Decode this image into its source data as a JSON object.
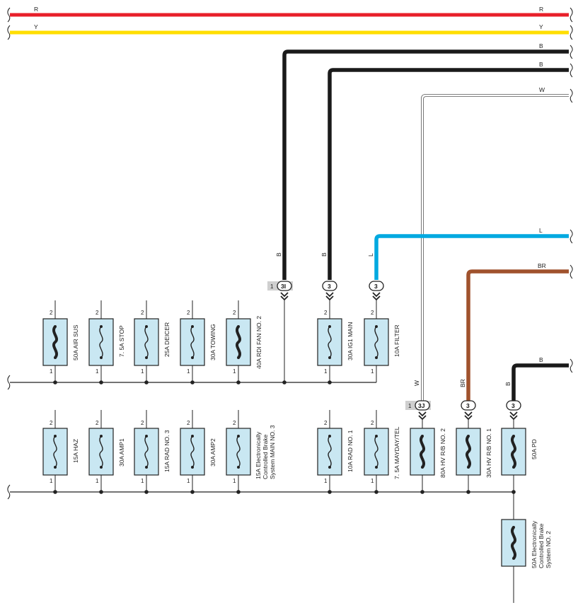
{
  "colors": {
    "R": "#e8202a",
    "Y": "#ffde00",
    "B": "#1a1a1a",
    "W": "#ffffff",
    "L": "#00a9e0",
    "BR": "#a0522d",
    "fuse_fill": "#c9e7f2"
  },
  "wires": {
    "r_left": "R",
    "r_right": "R",
    "y_left": "Y",
    "y_right": "Y",
    "b1_right": "B",
    "b2_right": "B",
    "w_right": "W",
    "l_right": "L",
    "br_right": "BR",
    "b3_right": "B",
    "b1_vert": "B",
    "b2_vert": "B",
    "l_vert": "L",
    "w_vert": "W",
    "br_vert": "BR",
    "b3_vert": "B"
  },
  "connectors": {
    "c1": {
      "pin": "1",
      "id": "3I"
    },
    "c2": {
      "id": "3"
    },
    "c3": {
      "id": "3"
    },
    "c4": {
      "pin": "1",
      "id": "3J"
    },
    "c5": {
      "id": "3"
    },
    "c6": {
      "id": "3"
    }
  },
  "fuses_top": [
    {
      "label": "50A AIR SUS",
      "top_pin": "2",
      "bottom_pin": "1",
      "icon": "fusible-link-icon"
    },
    {
      "label": "7. 5A STOP",
      "top_pin": "2",
      "bottom_pin": "1",
      "icon": "fuse-icon"
    },
    {
      "label": "25A DEICER",
      "top_pin": "2",
      "bottom_pin": "1",
      "icon": "fuse-icon"
    },
    {
      "label": "30A TOWING",
      "top_pin": "2",
      "bottom_pin": "1",
      "icon": "fuse-icon"
    },
    {
      "label": "40A RDI FAN NO. 2",
      "top_pin": "2",
      "bottom_pin": "1",
      "icon": "fusible-link-icon"
    },
    {
      "label": "30A IG1 MAIN",
      "top_pin": "2",
      "bottom_pin": "1",
      "icon": "fuse-icon"
    },
    {
      "label": "10A FILTER",
      "top_pin": "2",
      "bottom_pin": "1",
      "icon": "fuse-icon"
    }
  ],
  "fuses_bottom": [
    {
      "label": "15A HAZ",
      "top_pin": "2",
      "bottom_pin": "1",
      "icon": "fuse-icon"
    },
    {
      "label": "30A AMP1",
      "top_pin": "2",
      "bottom_pin": "1",
      "icon": "fuse-icon"
    },
    {
      "label": "15A RAD NO. 3",
      "top_pin": "2",
      "bottom_pin": "1",
      "icon": "fuse-icon"
    },
    {
      "label": "30A AMP2",
      "top_pin": "2",
      "bottom_pin": "1",
      "icon": "fuse-icon"
    },
    {
      "label_lines": [
        "15A Electronically",
        "Controlled Brake",
        "System MAIN NO. 3"
      ],
      "top_pin": "2",
      "bottom_pin": "1",
      "icon": "fuse-icon"
    },
    {
      "label": "10A RAD NO. 1",
      "top_pin": "2",
      "bottom_pin": "1",
      "icon": "fuse-icon"
    },
    {
      "label": "7. 5A MAYDAY/TEL",
      "top_pin": "2",
      "bottom_pin": "1",
      "icon": "fuse-icon"
    },
    {
      "label": "80A HV R/B NO. 2",
      "icon": "fusible-link-icon"
    },
    {
      "label": "30A HV R/B NO. 1",
      "icon": "fusible-link-icon"
    },
    {
      "label": "50A PD",
      "icon": "fusible-link-icon"
    }
  ],
  "fuse_extra": {
    "label_lines": [
      "50A Electronically",
      "Controlled Brake",
      "System NO. 2"
    ],
    "icon": "fusible-link-icon"
  }
}
